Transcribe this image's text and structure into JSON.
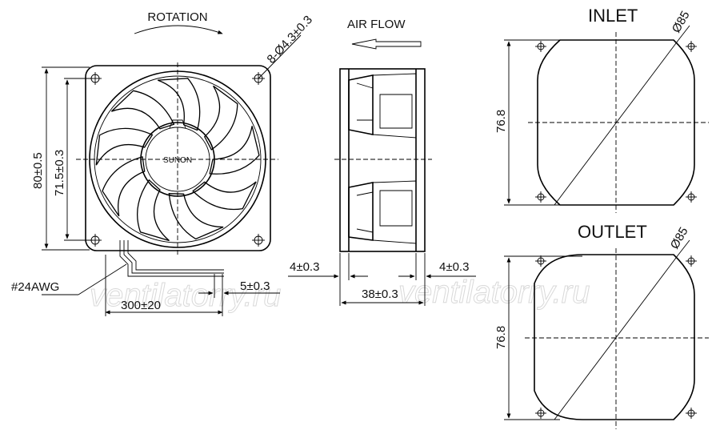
{
  "labels": {
    "rotation": "ROTATION",
    "air_flow": "AIR FLOW",
    "inlet": "INLET",
    "outlet": "OUTLET",
    "brand": "SUNON"
  },
  "dimensions": {
    "holes": "8-Ø4.3±0.3",
    "frame_size": "80±0.5",
    "hole_pitch": "71.5±0.3",
    "wire_gauge": "#24AWG",
    "strip_length": "5±0.3",
    "lead_length": "300±20",
    "flange_left": "4±0.3",
    "flange_right": "4±0.3",
    "depth": "38±0.3",
    "inlet_diameter": "Ø85",
    "inlet_height": "76.8",
    "outlet_diameter": "Ø85",
    "outlet_height": "76.8"
  },
  "watermarks": {
    "left": "ventilatorry.ru",
    "right": "ventilatorry.ru"
  }
}
